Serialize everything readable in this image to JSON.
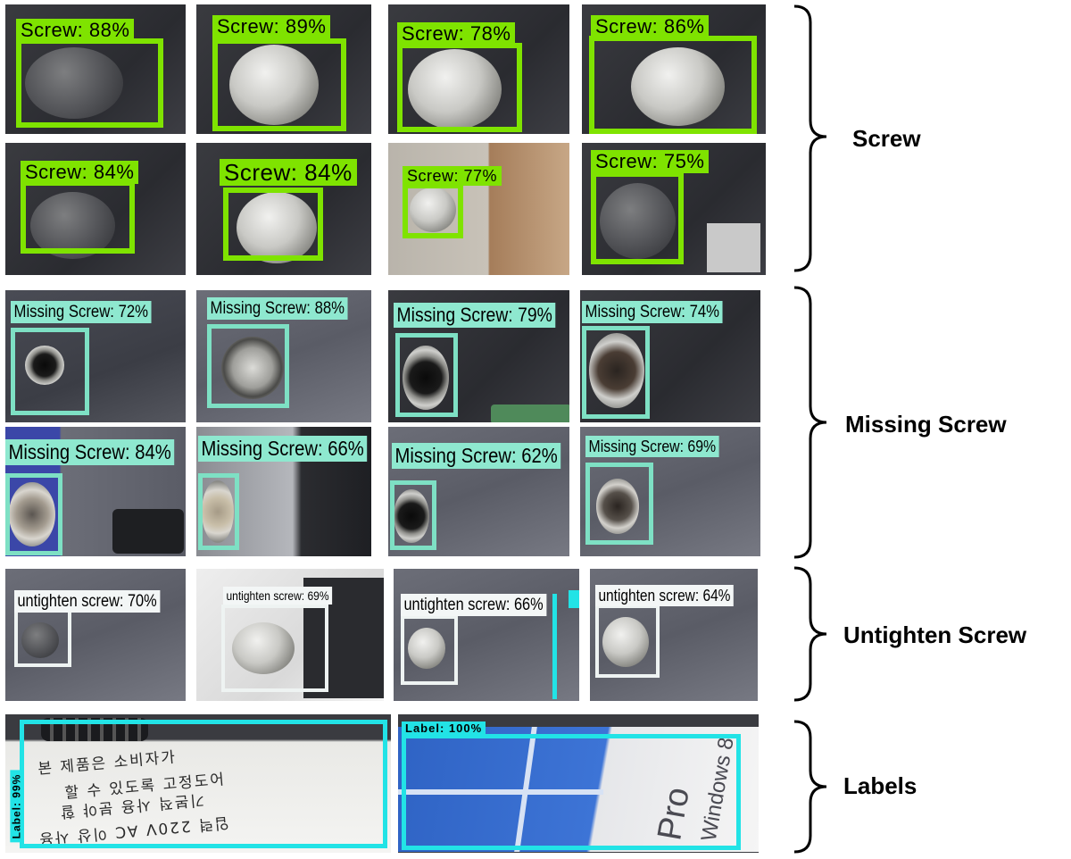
{
  "screw_detections": [
    "Screw: 88%",
    "Screw: 89%",
    "Screw: 78%",
    "Screw: 86%",
    "Screw: 84%",
    "Screw: 84%",
    "Screw: 77%",
    "Screw: 75%"
  ],
  "missing_detections": [
    "Missing Screw: 72%",
    "Missing Screw: 88%",
    "Missing Screw: 79%",
    "Missing Screw: 74%",
    "Missing Screw: 84%",
    "Missing Screw: 66%",
    "Missing Screw: 62%",
    "Missing Screw: 69%"
  ],
  "untighten_detections": [
    "untighten screw: 70%",
    "untighten screw: 69%",
    "untighten screw: 66%",
    "untighten screw: 64%"
  ],
  "label_detections": [
    "Label: 99%",
    "Label: 100%"
  ],
  "categories": [
    "Screw",
    "Missing Screw",
    "Untighten Screw",
    "Labels"
  ],
  "sticker_text": {
    "korean_line1": "본 제품은 소비자가",
    "korean_line2": "할 수 있도록 고정도어",
    "korean_line3": "기본적 사용 분야 할",
    "korean_line4": "입력 220V AC 이상 사용",
    "pro": "Pro",
    "windows": "Windows 8"
  },
  "colors": {
    "screw_box": "#7fe300",
    "missing_box": "#7ee0c4",
    "untighten_box": "#eef3f2",
    "label_box": "#22e3e6"
  }
}
